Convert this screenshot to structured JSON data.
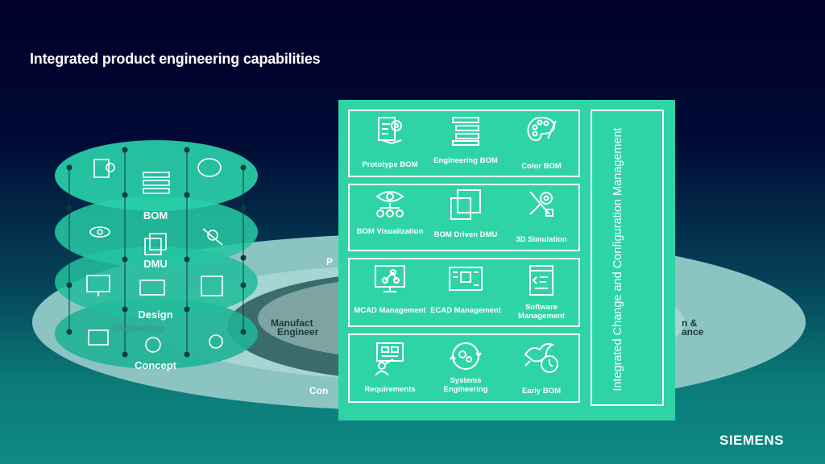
{
  "title": "Integrated product engineering capabilities",
  "brand": "SIEMENS",
  "background_ring": {
    "top_partial": "P",
    "left_partial_1": "Manufact",
    "left_partial_2": "Engineer",
    "right_partial_1": "n &",
    "right_partial_2": "ance",
    "bottom_partial": "Con"
  },
  "stack": {
    "layers": [
      "BOM",
      "DMU",
      "Design",
      "Concept"
    ],
    "faded_label": "Engineering"
  },
  "side_label": "Integrated Change and Configuration Management",
  "rows": [
    {
      "items": [
        {
          "label": "Prototype BOM",
          "icon": "prototype-bom-icon"
        },
        {
          "label": "Engineering BOM",
          "icon": "engineering-bom-icon"
        },
        {
          "label": "Color BOM",
          "icon": "palette-icon"
        }
      ]
    },
    {
      "items": [
        {
          "label": "BOM Visualization",
          "icon": "eye-hierarchy-icon"
        },
        {
          "label": "BOM Driven DMU",
          "icon": "dmu-icon"
        },
        {
          "label": "3D Simulation",
          "icon": "tools-gear-icon"
        }
      ]
    },
    {
      "items": [
        {
          "label": "MCAD Management",
          "icon": "monitor-network-icon"
        },
        {
          "label": "ECAD Management",
          "icon": "circuit-board-icon"
        },
        {
          "label": "Software Management",
          "icon": "code-window-icon"
        }
      ]
    },
    {
      "items": [
        {
          "label": "Requirements",
          "icon": "presentation-icon"
        },
        {
          "label": "Systems Engineering",
          "icon": "cycle-gears-icon"
        },
        {
          "label": "Early BOM",
          "icon": "bird-clock-icon"
        }
      ]
    }
  ],
  "colors": {
    "accent": "#2fd4a6",
    "background": "#000028",
    "ring": "#8fc6c3"
  }
}
